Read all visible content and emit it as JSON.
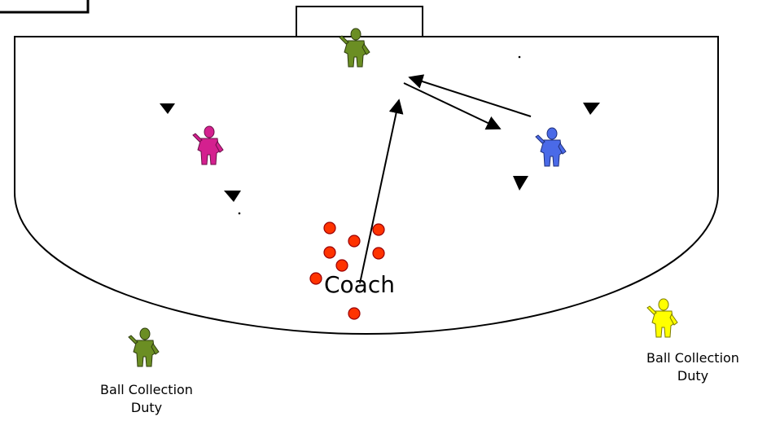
{
  "coach": {
    "label": "Coach"
  },
  "ball_collection": [
    {
      "line1": "Ball Collection",
      "line2": "Duty",
      "color": "#6b8e23"
    },
    {
      "line1": "Ball Collection",
      "line2": "Duty",
      "color": "#ffff00"
    }
  ],
  "goalkeepers": [
    {
      "role": "keeper-in-goal",
      "color": "#6b8e23"
    },
    {
      "role": "left-player",
      "color": "#d4208f"
    },
    {
      "role": "right-player",
      "color": "#4a6ae8"
    },
    {
      "role": "ball-collector-left",
      "color": "#6b8e23"
    },
    {
      "role": "ball-collector-right",
      "color": "#ffff00"
    }
  ],
  "ball_color": "#ff3300",
  "cone_color": "#000000",
  "line_color": "#000000"
}
